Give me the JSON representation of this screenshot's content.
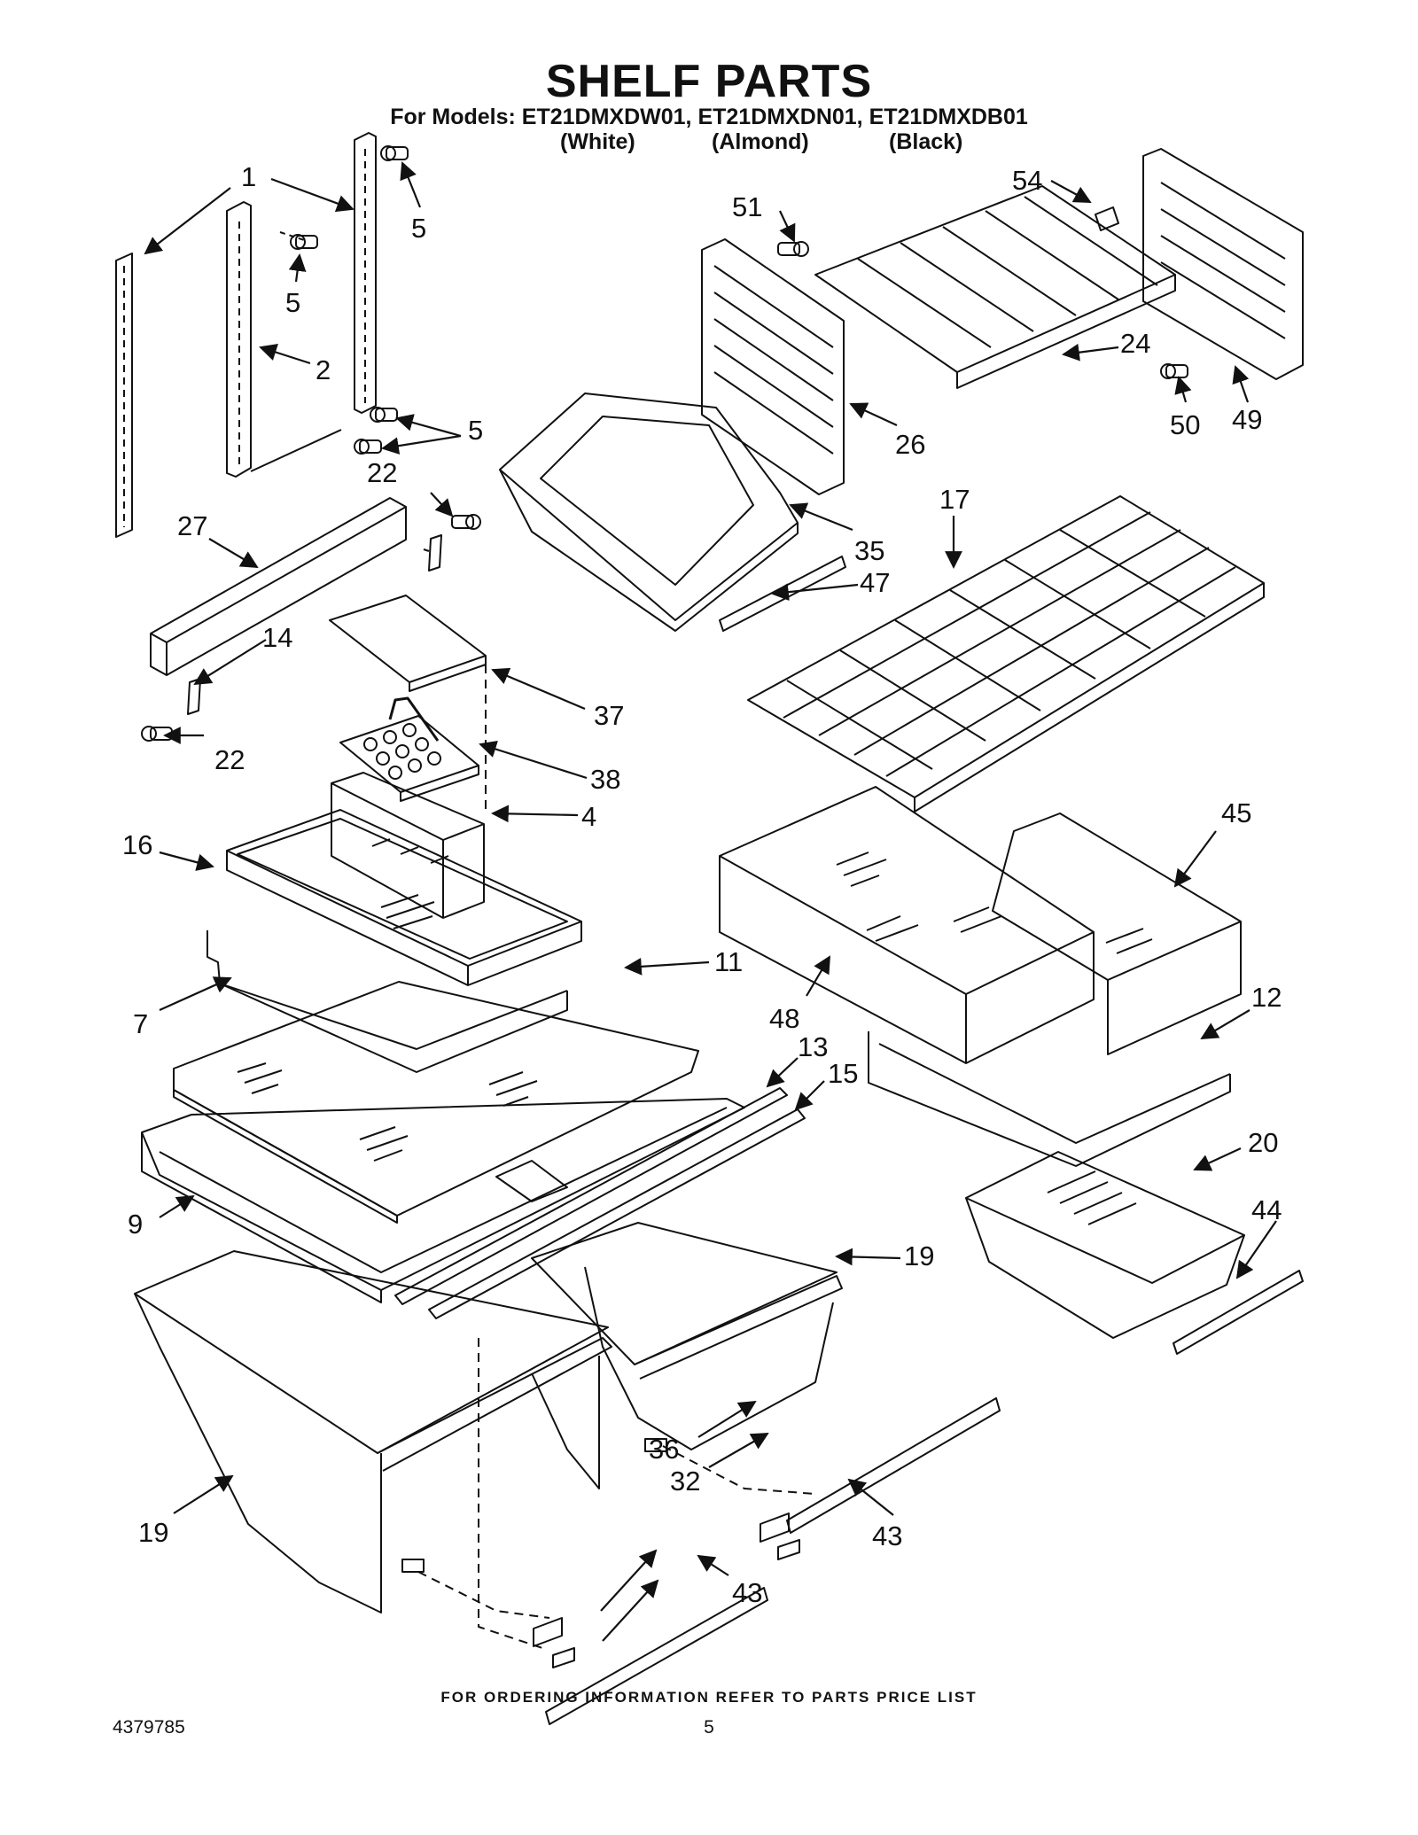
{
  "header": {
    "title": "SHELF PARTS",
    "models_line": "For Models: ET21DMXDW01, ET21DMXDN01, ET21DMXDB01",
    "variants": [
      "(White)",
      "(Almond)",
      "(Black)"
    ]
  },
  "callouts": [
    "1",
    "5",
    "5",
    "2",
    "5",
    "22",
    "27",
    "14",
    "22",
    "37",
    "38",
    "4",
    "16",
    "11",
    "7",
    "48",
    "45",
    "12",
    "13",
    "15",
    "9",
    "20",
    "44",
    "19",
    "36",
    "32",
    "19",
    "43",
    "43",
    "51",
    "54",
    "24",
    "50",
    "49",
    "26",
    "35",
    "47",
    "17"
  ],
  "footer": {
    "note": "FOR ORDERING INFORMATION REFER TO PARTS PRICE LIST",
    "doc_number": "4379785",
    "page_number": "5"
  }
}
